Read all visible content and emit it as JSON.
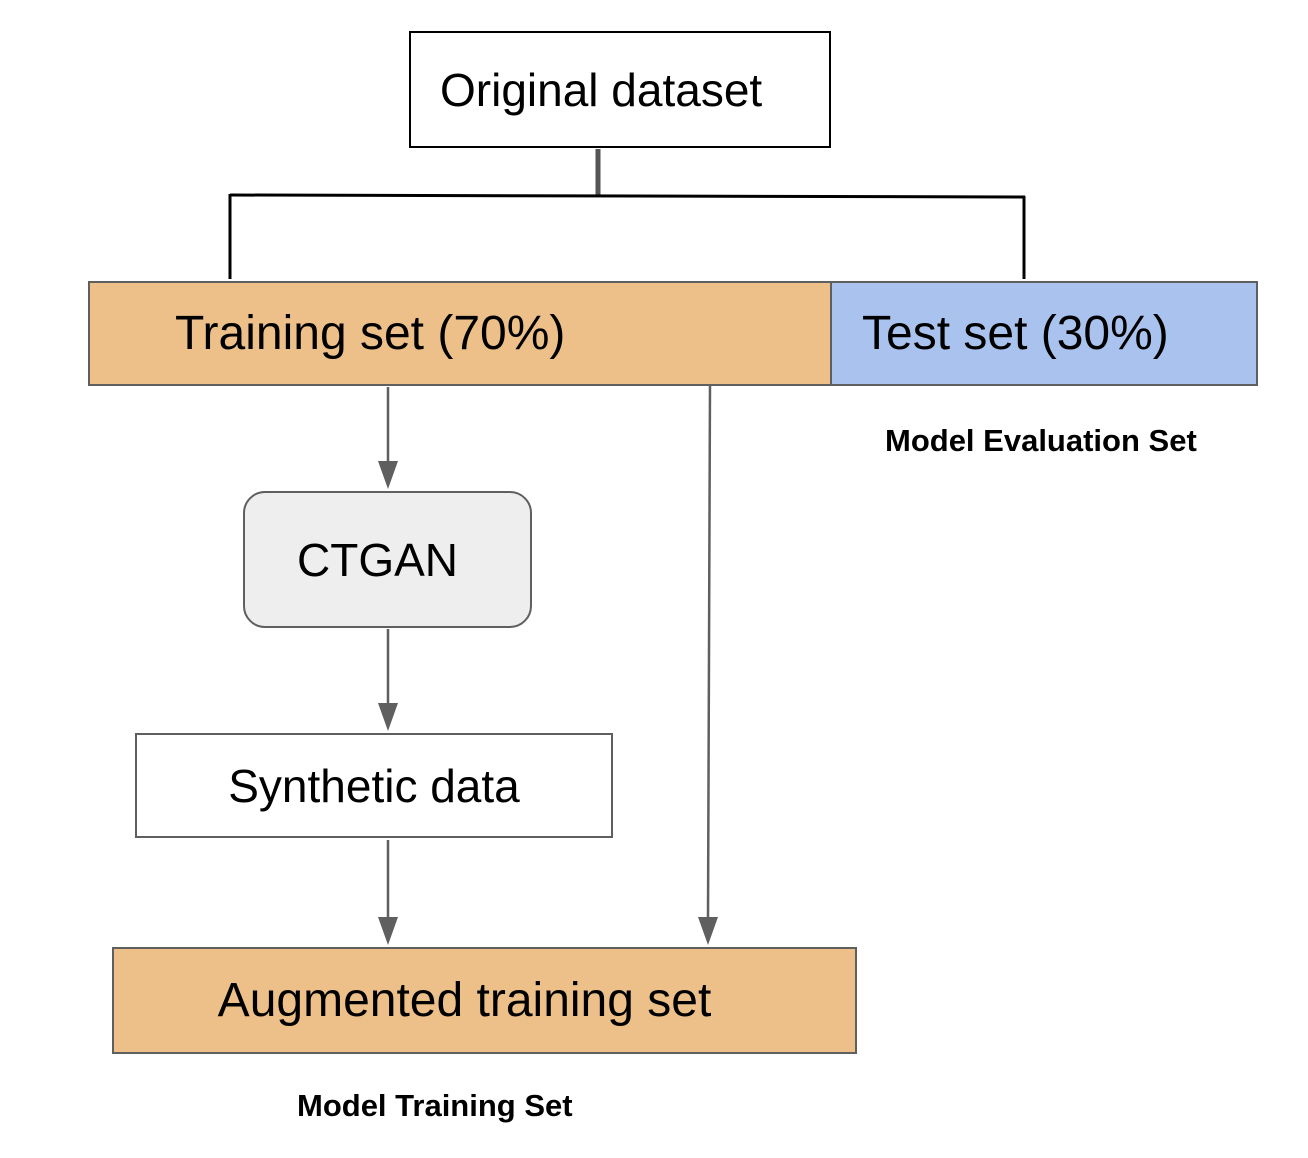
{
  "colors": {
    "training_fill": "#edc08a",
    "test_fill": "#a9c3ee",
    "ctgan_fill": "#eeeeee",
    "augmented_fill": "#edc08a",
    "connector": "#5f5f5f",
    "bracket": "#000000"
  },
  "nodes": {
    "original": "Original dataset",
    "training": "Training set (70%)",
    "test": "Test set (30%)",
    "ctgan": "CTGAN",
    "synthetic": "Synthetic data",
    "augmented": "Augmented training set"
  },
  "captions": {
    "evaluation": "Model Evaluation Set",
    "training": "Model Training Set"
  }
}
